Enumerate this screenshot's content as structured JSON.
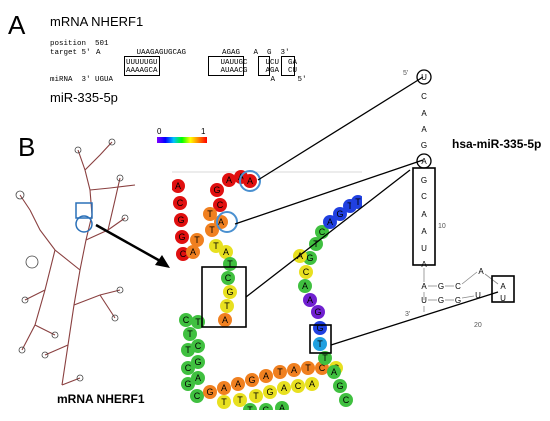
{
  "panel_a": {
    "letter": "A",
    "title": "mRNA NHERF1",
    "position_line": "position  501",
    "target_line_label": "target 5'",
    "target_top": "A        UAAGAGUGCAG        AGAG   A  G  3'",
    "target_paired": "UUUUUGU              UAUUGC    UCU  GA",
    "mirna_paired": "AAAAGCA              AUAACG    AGA  CU",
    "mirna_line": "miRNA  3' UGUA                                   A     5'",
    "mirna_name": "miR-335-5p",
    "italic_g": "G"
  },
  "panel_b": {
    "letter": "B",
    "mrna_label": "mRNA NHERF1",
    "mirna_label": "hsa-miR-335-5p",
    "scale_min": "0",
    "scale_max": "1",
    "hairpin_nt": [
      "U",
      "C",
      "A",
      "A",
      "G",
      "A",
      "G",
      "C",
      "A",
      "A",
      "U",
      "A"
    ],
    "stem_left": [
      "A",
      "U"
    ],
    "stem_right": [
      "C",
      "G"
    ],
    "loop_nt": [
      "G",
      "A",
      "A",
      "U",
      "G"
    ],
    "tick_10": "10",
    "tick_20": "20",
    "end_5": "5'",
    "end_3": "3'"
  },
  "colors": {
    "red": "#e01010",
    "orange": "#f08020",
    "yellow": "#e8e020",
    "green": "#40c040",
    "blue": "#2040e0",
    "violet": "#7020d0",
    "cyan_outline": "#4a90d0"
  }
}
